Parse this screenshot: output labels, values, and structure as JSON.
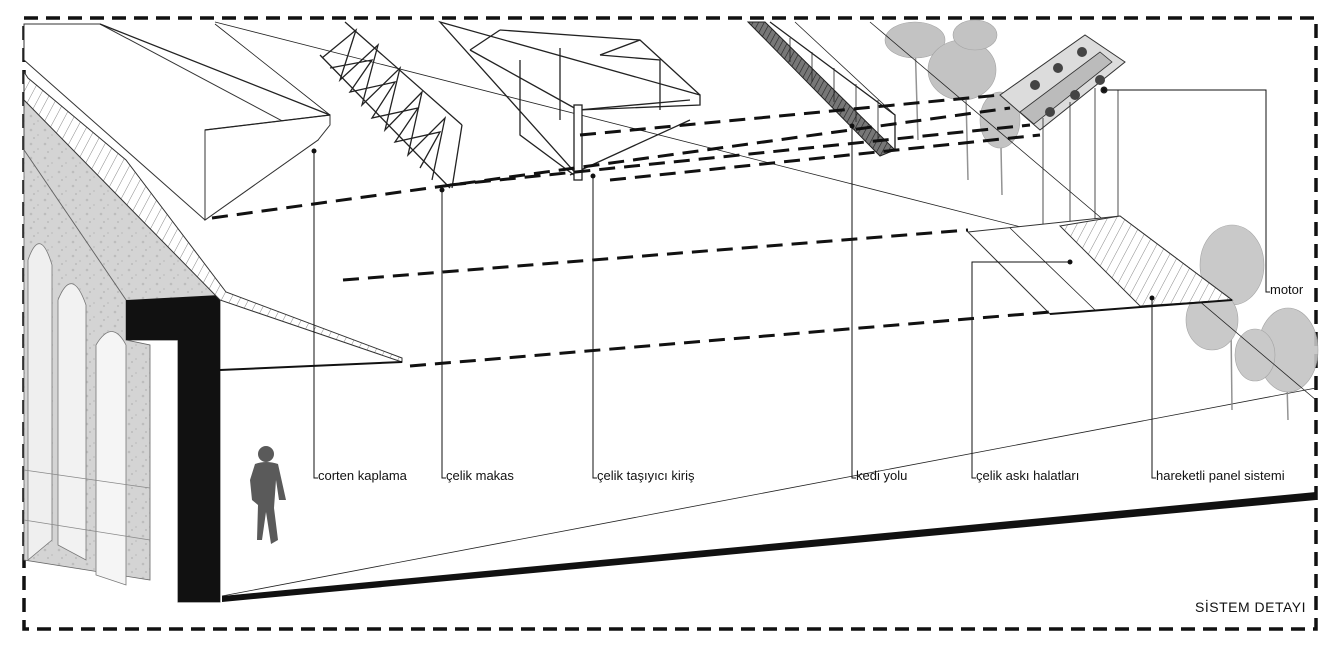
{
  "title": "SİSTEM DETAYI",
  "labels": {
    "corten": "corten kaplama",
    "makas": "çelik makas",
    "kiris": "çelik taşıyıcı kiriş",
    "kedi": "kedi yolu",
    "halat": "çelik askı halatları",
    "panel": "hareketli panel sistemi",
    "motor": "motor"
  },
  "colors": {
    "ink": "#111111",
    "stone": "#cfcfcf",
    "tree": "#b8b8b8",
    "frame": "#111111"
  },
  "icons": {
    "person": "walking-person-icon",
    "tree": "tree-icon"
  }
}
